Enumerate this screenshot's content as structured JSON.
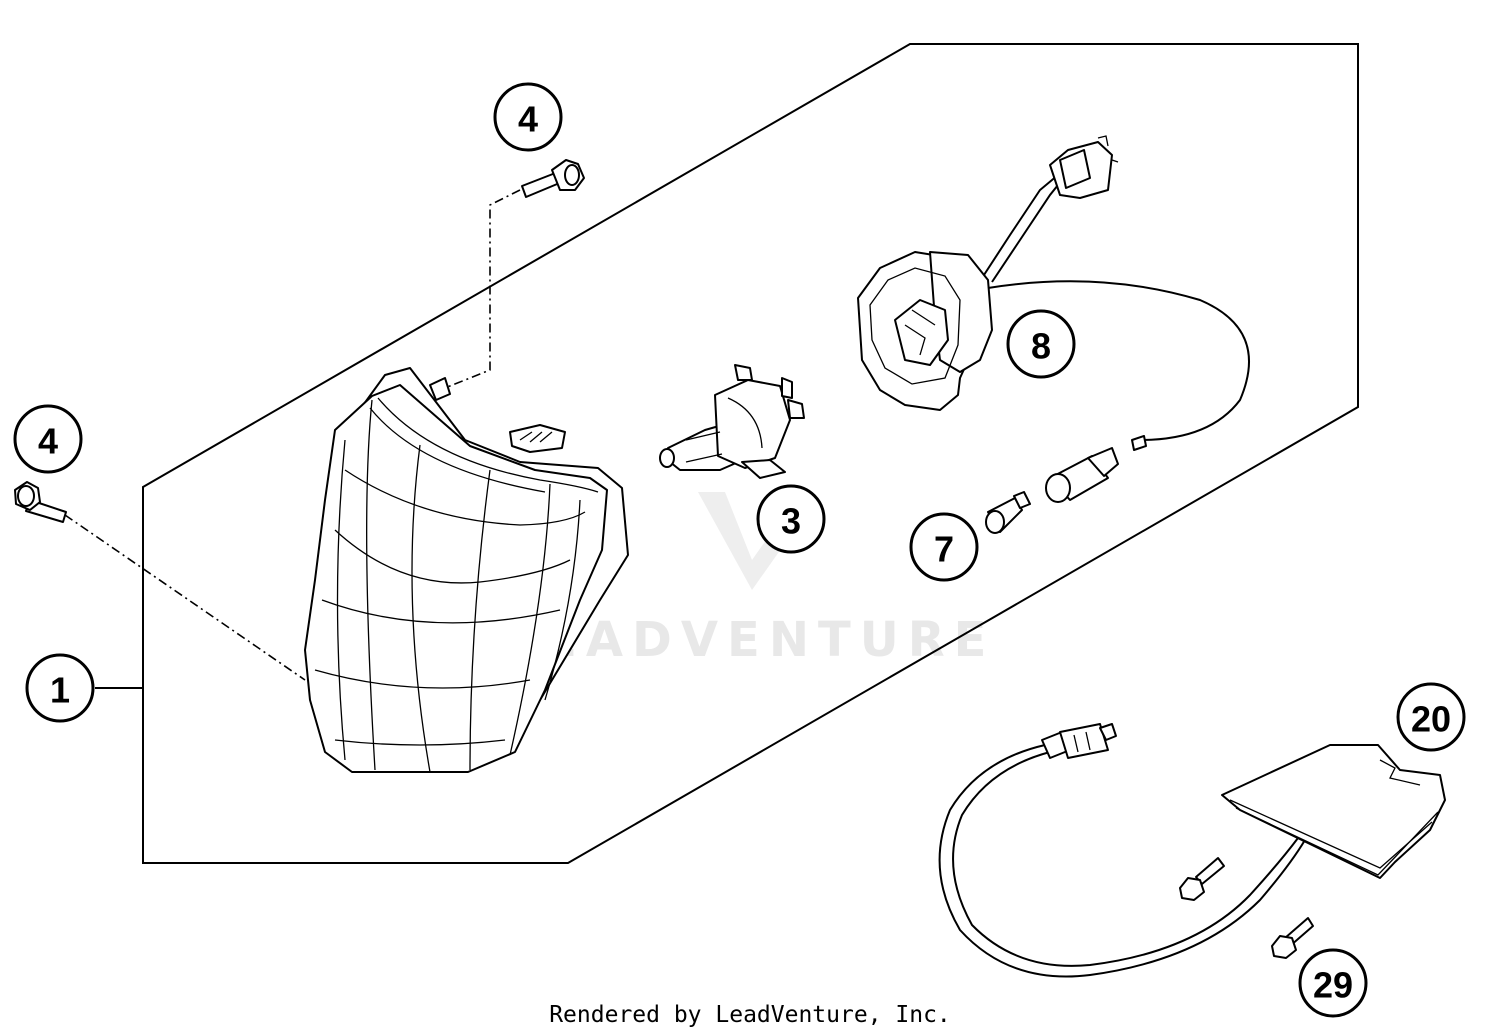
{
  "callouts": {
    "headlight": "1",
    "bolt_top": "4",
    "bolt_left": "4",
    "bulb": "3",
    "socket": "8",
    "parking_bulb": "7",
    "license_light": "20",
    "screw": "29"
  },
  "watermark": "LEADVENTURE",
  "credit": "Rendered by LeadVenture, Inc."
}
